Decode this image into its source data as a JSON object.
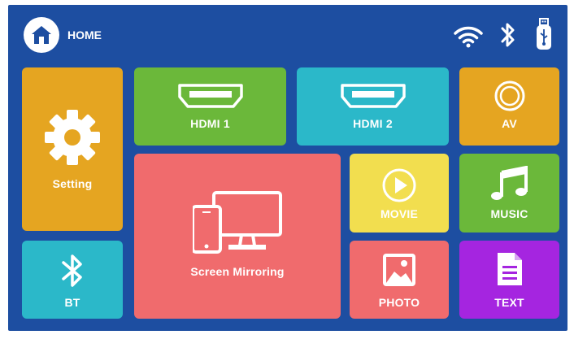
{
  "header": {
    "title": "HOME",
    "home_icon": "house-icon",
    "status_icons": [
      "wifi-icon",
      "bluetooth-icon",
      "usb-drive-icon"
    ]
  },
  "tiles": {
    "setting": {
      "label": "Setting",
      "icon": "gear-icon",
      "color": "#e5a521"
    },
    "hdmi1": {
      "label": "HDMI 1",
      "icon": "hdmi-port-icon",
      "color": "#6bb83a"
    },
    "hdmi2": {
      "label": "HDMI 2",
      "icon": "hdmi-port-icon",
      "color": "#2bb8c9"
    },
    "av": {
      "label": "AV",
      "icon": "av-circle-icon",
      "color": "#e5a521"
    },
    "screen_mirroring": {
      "label": "Screen Mirroring",
      "icon": "phone-monitor-icon",
      "color": "#f06b6d"
    },
    "movie": {
      "label": "MOVIE",
      "icon": "play-icon",
      "color": "#f2de4f"
    },
    "music": {
      "label": "MUSIC",
      "icon": "music-note-icon",
      "color": "#6bb83a"
    },
    "bt": {
      "label": "BT",
      "icon": "bluetooth-icon",
      "color": "#2bb8c9"
    },
    "photo": {
      "label": "PHOTO",
      "icon": "photo-icon",
      "color": "#f06b6d"
    },
    "text": {
      "label": "TEXT",
      "icon": "document-icon",
      "color": "#a525e0"
    }
  },
  "colors": {
    "background": "#1d4ea1"
  }
}
